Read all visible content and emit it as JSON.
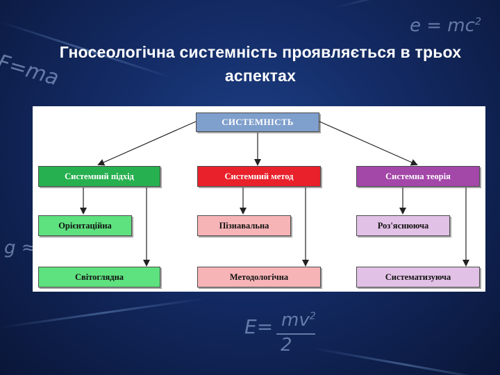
{
  "title": "Гносеологічна системність проявляється в трьох аспектах",
  "background": {
    "formulas": {
      "e_mc2": "e = mc",
      "e_mc2_sup": "2",
      "f_ma": "F=ma",
      "g": "g ≈",
      "e_kin_left": "E=",
      "e_kin_num": "mv",
      "e_kin_sup": "2",
      "e_kin_den": "2"
    }
  },
  "diagram": {
    "root": {
      "label": "СИСТЕМНІСТЬ",
      "color": "#7f9fcc"
    },
    "branches": [
      {
        "label": "Системний підхід",
        "color": "#27b04f",
        "children": [
          {
            "label": "Орієнтаційна",
            "color": "#5ee17f"
          },
          {
            "label": "Світоглядна",
            "color": "#5ee17f"
          }
        ]
      },
      {
        "label": "Системний метод",
        "color": "#e8212b",
        "children": [
          {
            "label": "Пізнавальна",
            "color": "#f7b4b7"
          },
          {
            "label": "Методологічна",
            "color": "#f7b4b7"
          }
        ]
      },
      {
        "label": "Системна теорія",
        "color": "#a347a8",
        "children": [
          {
            "label": "Роз'яснююча",
            "color": "#e2c1e6"
          },
          {
            "label": "Систематизуюча",
            "color": "#e2c1e6"
          }
        ]
      }
    ]
  }
}
